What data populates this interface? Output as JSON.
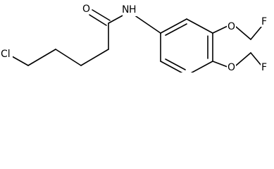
{
  "diagram": {
    "atoms": {
      "chlorine": "Cl",
      "carbonyl_oxygen": "O",
      "amide_nitrogen": "N",
      "amide_hydrogen": "H",
      "ring_oxygen_upper": "O",
      "ring_oxygen_lower": "O",
      "fluorine_upper": "F",
      "fluorine_lower": "F"
    },
    "colors": {
      "bond": "#000000",
      "text": "#000000",
      "background": "#ffffff"
    }
  }
}
